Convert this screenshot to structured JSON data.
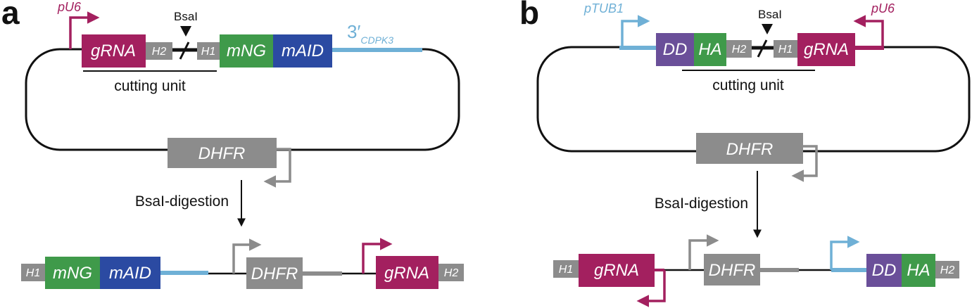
{
  "colors": {
    "magenta": "#a3205f",
    "gray": "#8c8c8c",
    "green": "#3f9a4a",
    "blue": "#2b4aa2",
    "lightblue": "#6fb0d6",
    "purple": "#6a4f99",
    "black": "#111111"
  },
  "panel_a": {
    "label": "a",
    "promoter": "pU6",
    "site": "BsaI",
    "grna": "gRNA",
    "h2": "H2",
    "h1": "H1",
    "mng": "mNG",
    "maid": "mAID",
    "utr_main": "3′",
    "utr_sub": "CDPK3",
    "cutting_unit": "cutting unit",
    "dhfr": "DHFR",
    "digestion": "BsaI-digestion",
    "product": {
      "h1": "H1",
      "mng": "mNG",
      "maid": "mAID",
      "dhfr": "DHFR",
      "grna": "gRNA",
      "h2": "H2"
    }
  },
  "panel_b": {
    "label": "b",
    "promoter_left": "pTUB1",
    "promoter_right": "pU6",
    "site": "BsaI",
    "dd": "DD",
    "ha": "HA",
    "h2": "H2",
    "h1": "H1",
    "grna": "gRNA",
    "cutting_unit": "cutting unit",
    "dhfr": "DHFR",
    "digestion": "BsaI-digestion",
    "product": {
      "h1": "H1",
      "grna": "gRNA",
      "dhfr": "DHFR",
      "dd": "DD",
      "ha": "HA",
      "h2": "H2"
    }
  }
}
